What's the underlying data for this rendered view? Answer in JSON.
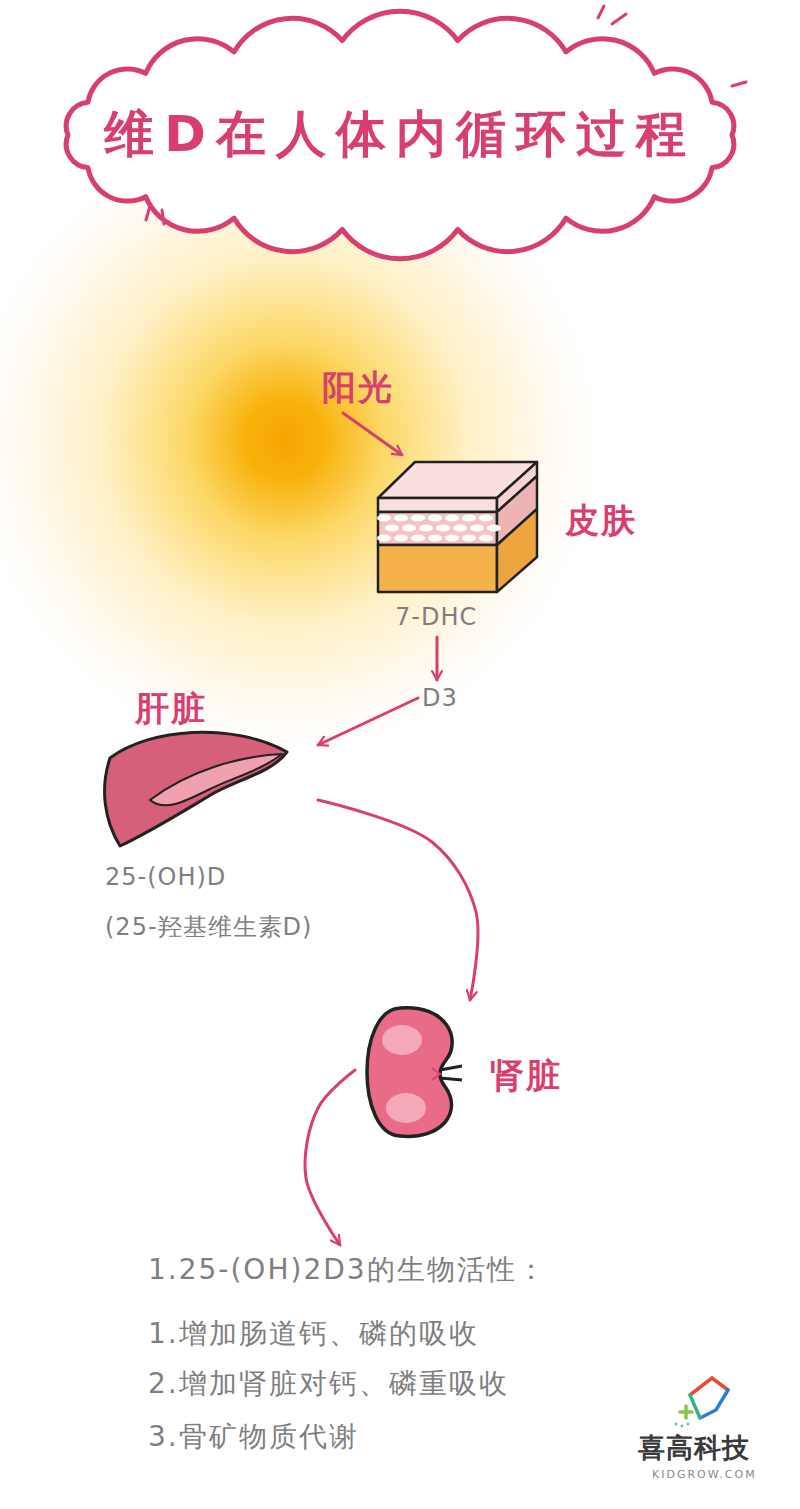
{
  "diagram": {
    "title": "维D在人体内循环过程",
    "nodes": [
      {
        "text": [
          "阳光"
        ]
      },
      {
        "text": [
          "皮肤",
          "7-DHC"
        ]
      },
      {
        "text": [
          "D3"
        ]
      },
      {
        "text": [
          "肝脏",
          "25-(OH)D",
          "(25-羟基维生素D)"
        ]
      },
      {
        "text": [
          "肾脏"
        ]
      },
      {
        "text": [
          "1.25-(OH)2D3的生物活性：",
          "1.增加肠道钙、磷的吸收",
          "2.增加肾脏对钙、磷重吸收",
          "3.骨矿物质代谢"
        ]
      }
    ],
    "edges": [
      {
        "from": 0,
        "to": 1,
        "arrow": "to"
      },
      {
        "from": 1,
        "to": 2,
        "arrow": "to"
      },
      {
        "from": 2,
        "to": 3,
        "arrow": "to"
      },
      {
        "from": 3,
        "to": 4,
        "arrow": "to"
      },
      {
        "from": 4,
        "to": 5,
        "arrow": "to"
      }
    ],
    "labels": [
      "喜高科技",
      "KIDGROW.COM"
    ]
  }
}
